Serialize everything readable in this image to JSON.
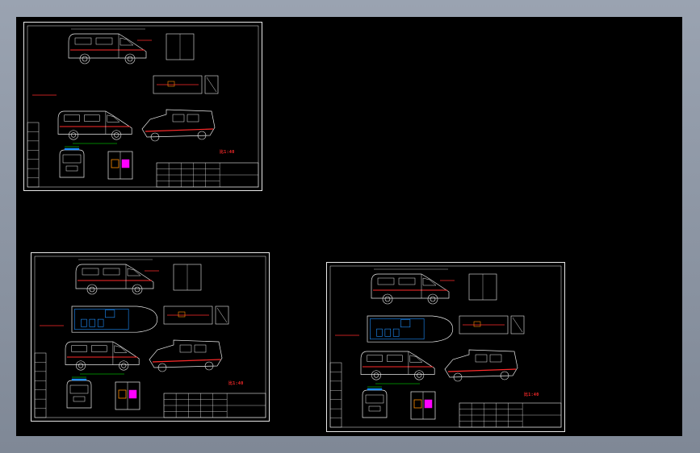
{
  "viewport": {
    "background": "#000000",
    "frame_gradient": [
      "#9aa3b1",
      "#7f8896"
    ]
  },
  "sheets": [
    {
      "id": "sheet-1",
      "scale_text": "比1:40"
    },
    {
      "id": "sheet-2",
      "scale_text": "比1:40"
    },
    {
      "id": "sheet-3",
      "scale_text": "比1:40"
    }
  ],
  "colors": {
    "outline": "#e8e8e8",
    "stripe": "#ff2a2a",
    "glass": "#1e90ff",
    "accent": "#ff00ff",
    "cabinet": "#ff8c00",
    "dimension": "#00c8ff",
    "green": "#00ff00"
  }
}
